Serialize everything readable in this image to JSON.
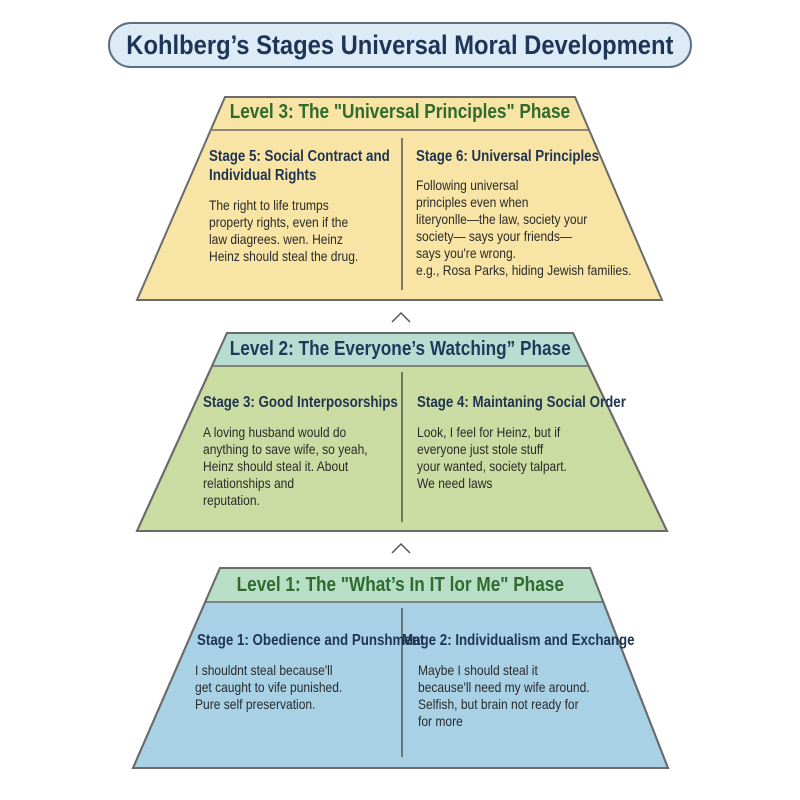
{
  "title": "Kohlberg’s Stages Universal Moral Development",
  "colors": {
    "level3_fill": "#f8e4a4",
    "level2_header": "#b7dcd0",
    "level2_fill": "#cbdca2",
    "level1_header": "#b8dfc6",
    "level1_fill": "#a8d1e6",
    "green_text": "#2f6b2f",
    "navy_text": "#1d3a5c"
  },
  "levels": [
    {
      "label": "Level 3: The \"Universal Principles\" Phase",
      "stages": [
        {
          "title": "Stage 5: Social Contract and\nIndividual Rights",
          "text": "The right to life trumps\nproperty rights, even if the\nlaw diagrees. wen. Heinz\nHeinz should steal the drug."
        },
        {
          "title": "Stage 6: Universal Principles",
          "text": "Following universal\nprinciples even when\nliteryonlle—the law, society your\nsociety— says your friends—\nsays you're wrong.\ne.g., Rosa Parks, hiding Jewish families."
        }
      ]
    },
    {
      "label": "Level 2: The Everyone’s Watching” Phase",
      "stages": [
        {
          "title": "Stage 3: Good Interposorships",
          "text": "A loving husband would do\nanything to save wife, so yeah,\nHeinz should steal it. About\nrelationships and\nreputation."
        },
        {
          "title": "Stage 4: Maintaning Social Order",
          "text": "Look, I feel for Heinz, but if\neveryone just stole stuff\nyour wanted, society talpart.\nWe need laws"
        }
      ]
    },
    {
      "label": "Level 1: The \"What’s In IT lor Me\" Phase",
      "stages": [
        {
          "title": "Stage 1: Obedience and Punshment",
          "text": "I shouldnt steal because'll\nget caught to vife punished.\nPure self preservation."
        },
        {
          "title": "Mage 2: Individualism and Exchange",
          "text": "Maybe I should steal it\nbecause'll need my wife around.\nSelfish, but brain not ready for\nfor more"
        }
      ]
    }
  ]
}
